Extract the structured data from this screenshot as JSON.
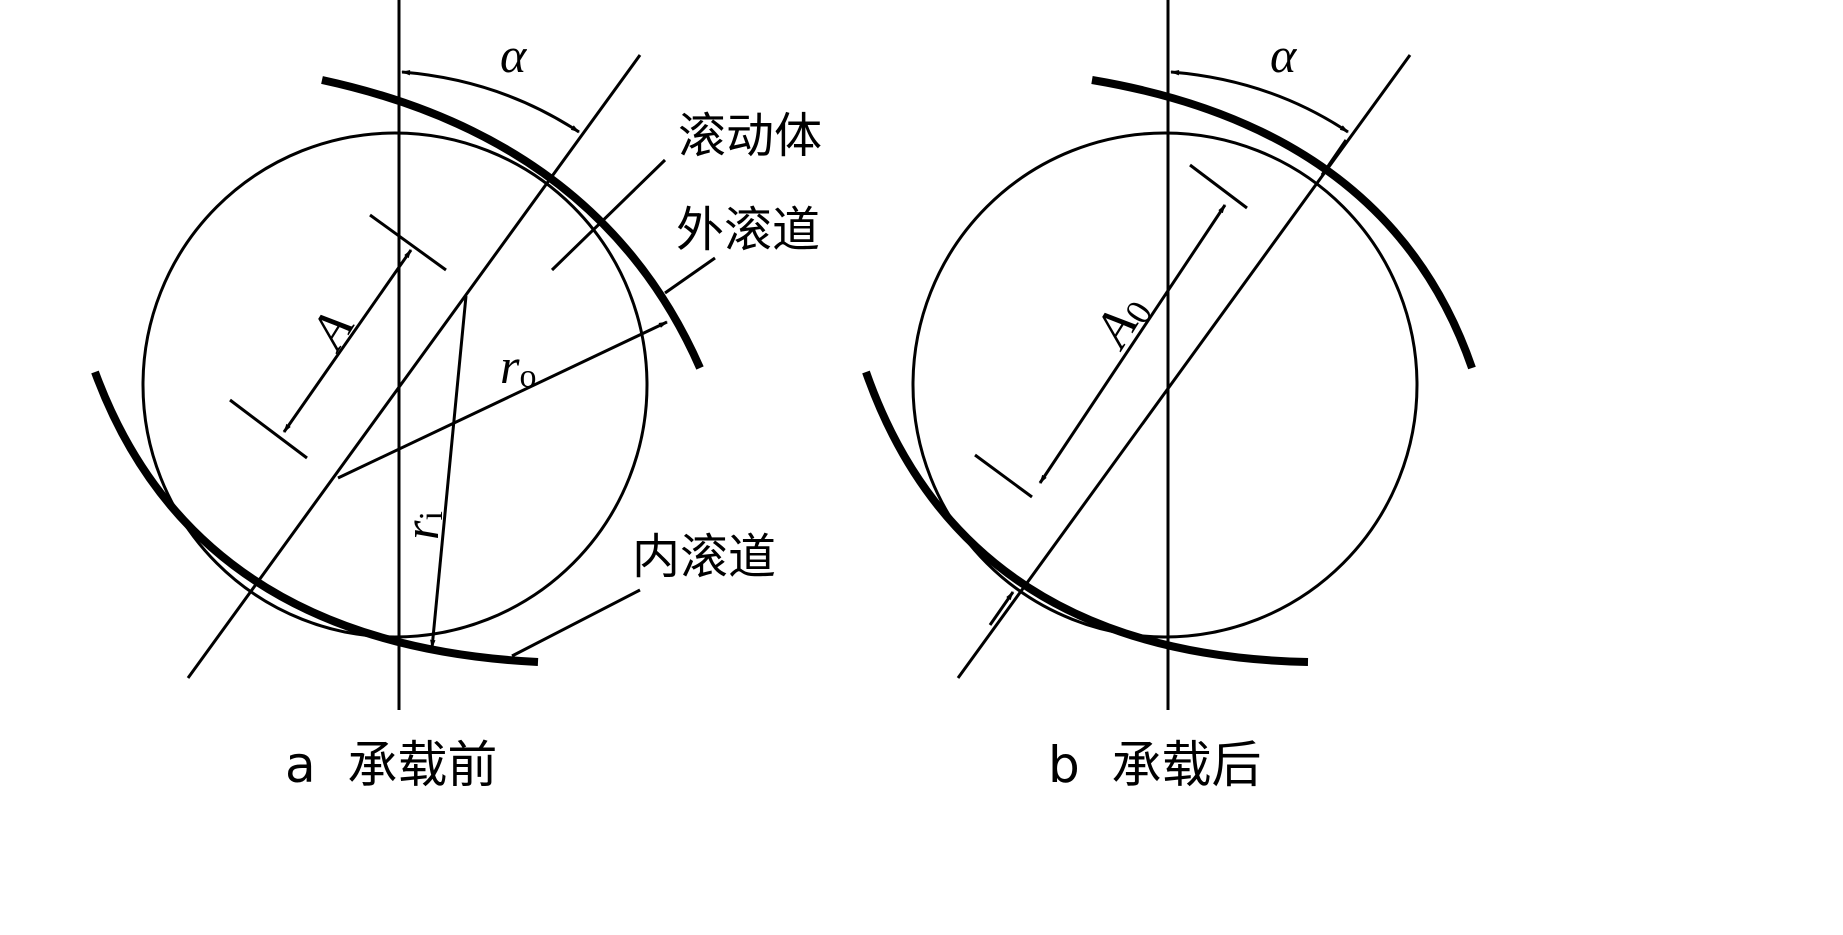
{
  "panels": [
    {
      "caption": "a  承载前",
      "labels": {
        "angle": "α",
        "roller": "滚动体",
        "outer_race": "外滚道",
        "inner_race": "内滚道",
        "distance": "A",
        "outer_radius": "r",
        "outer_radius_sub": "o",
        "inner_radius": "r",
        "inner_radius_sub": "i"
      }
    },
    {
      "caption": "b  承载后",
      "labels": {
        "angle": "α",
        "distance": "A",
        "distance_sub": "0"
      }
    }
  ]
}
